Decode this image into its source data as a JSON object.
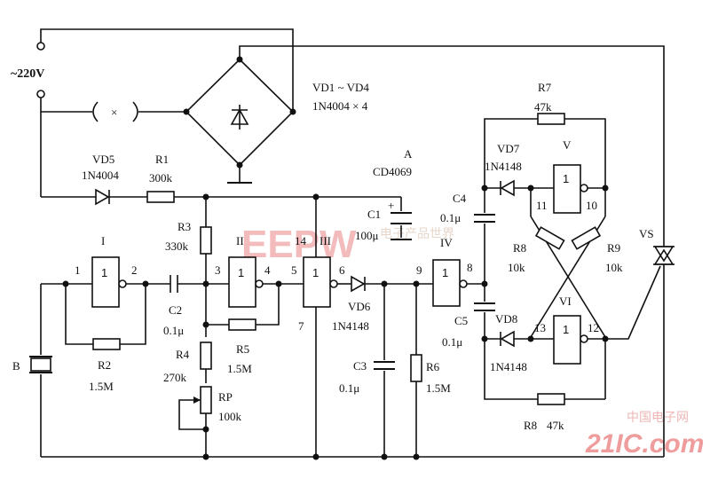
{
  "supply": {
    "label": "~220V"
  },
  "bridge": {
    "label": "VD1 ~ VD4",
    "part": "1N4004 × 4"
  },
  "vd5": {
    "ref": "VD5",
    "part": "1N4004"
  },
  "r1": {
    "ref": "R1",
    "value": "300k"
  },
  "ic": {
    "ref": "A",
    "part": "CD4069",
    "pin_vdd": "14",
    "pin_gnd": "7"
  },
  "c1": {
    "ref": "C1",
    "value": "100μ",
    "polarity": "+"
  },
  "r3": {
    "ref": "R3",
    "value": "330k"
  },
  "gates": {
    "g1": {
      "label": "I",
      "symbol": "1",
      "pin_in": "1",
      "pin_out": "2"
    },
    "g2": {
      "label": "II",
      "symbol": "1",
      "pin_in": "3",
      "pin_out": "4"
    },
    "g3": {
      "label": "III",
      "symbol": "1",
      "pin_in": "5",
      "pin_out": "6"
    },
    "g4": {
      "label": "IV",
      "symbol": "1",
      "pin_in": "9",
      "pin_out": "8"
    },
    "g5": {
      "label": "V",
      "symbol": "1",
      "pin_in": "11",
      "pin_out": "10"
    },
    "g6": {
      "label": "VI",
      "symbol": "1",
      "pin_in": "13",
      "pin_out": "12"
    }
  },
  "c2": {
    "ref": "C2",
    "value": "0.1μ"
  },
  "r2": {
    "ref": "R2",
    "value": "1.5M"
  },
  "r5": {
    "ref": "R5",
    "value": "1.5M"
  },
  "r4": {
    "ref": "R4",
    "value": "270k"
  },
  "rp": {
    "ref": "RP",
    "value": "100k"
  },
  "vd6": {
    "ref": "VD6",
    "part": "1N4148"
  },
  "c3": {
    "ref": "C3",
    "value": "0.1μ"
  },
  "r6": {
    "ref": "R6",
    "value": "1.5M"
  },
  "c4": {
    "ref": "C4",
    "value": "0.1μ"
  },
  "c5": {
    "ref": "C5",
    "value": "0.1μ"
  },
  "vd7": {
    "ref": "VD7",
    "part": "1N4148"
  },
  "vd8": {
    "ref": "VD8",
    "part": "1N4148"
  },
  "r7": {
    "ref": "R7",
    "value": "47k"
  },
  "r8a": {
    "ref": "R8",
    "value": "10k"
  },
  "r9": {
    "ref": "R9",
    "value": "10k"
  },
  "r8b": {
    "ref": "R8",
    "value": "47k"
  },
  "buzzer": {
    "ref": "B"
  },
  "triac": {
    "ref": "VS"
  },
  "watermark": {
    "main": "EEPW",
    "cn": "电子产品世界",
    "site_cn": "中国电子网",
    "site": "21IC.com"
  }
}
